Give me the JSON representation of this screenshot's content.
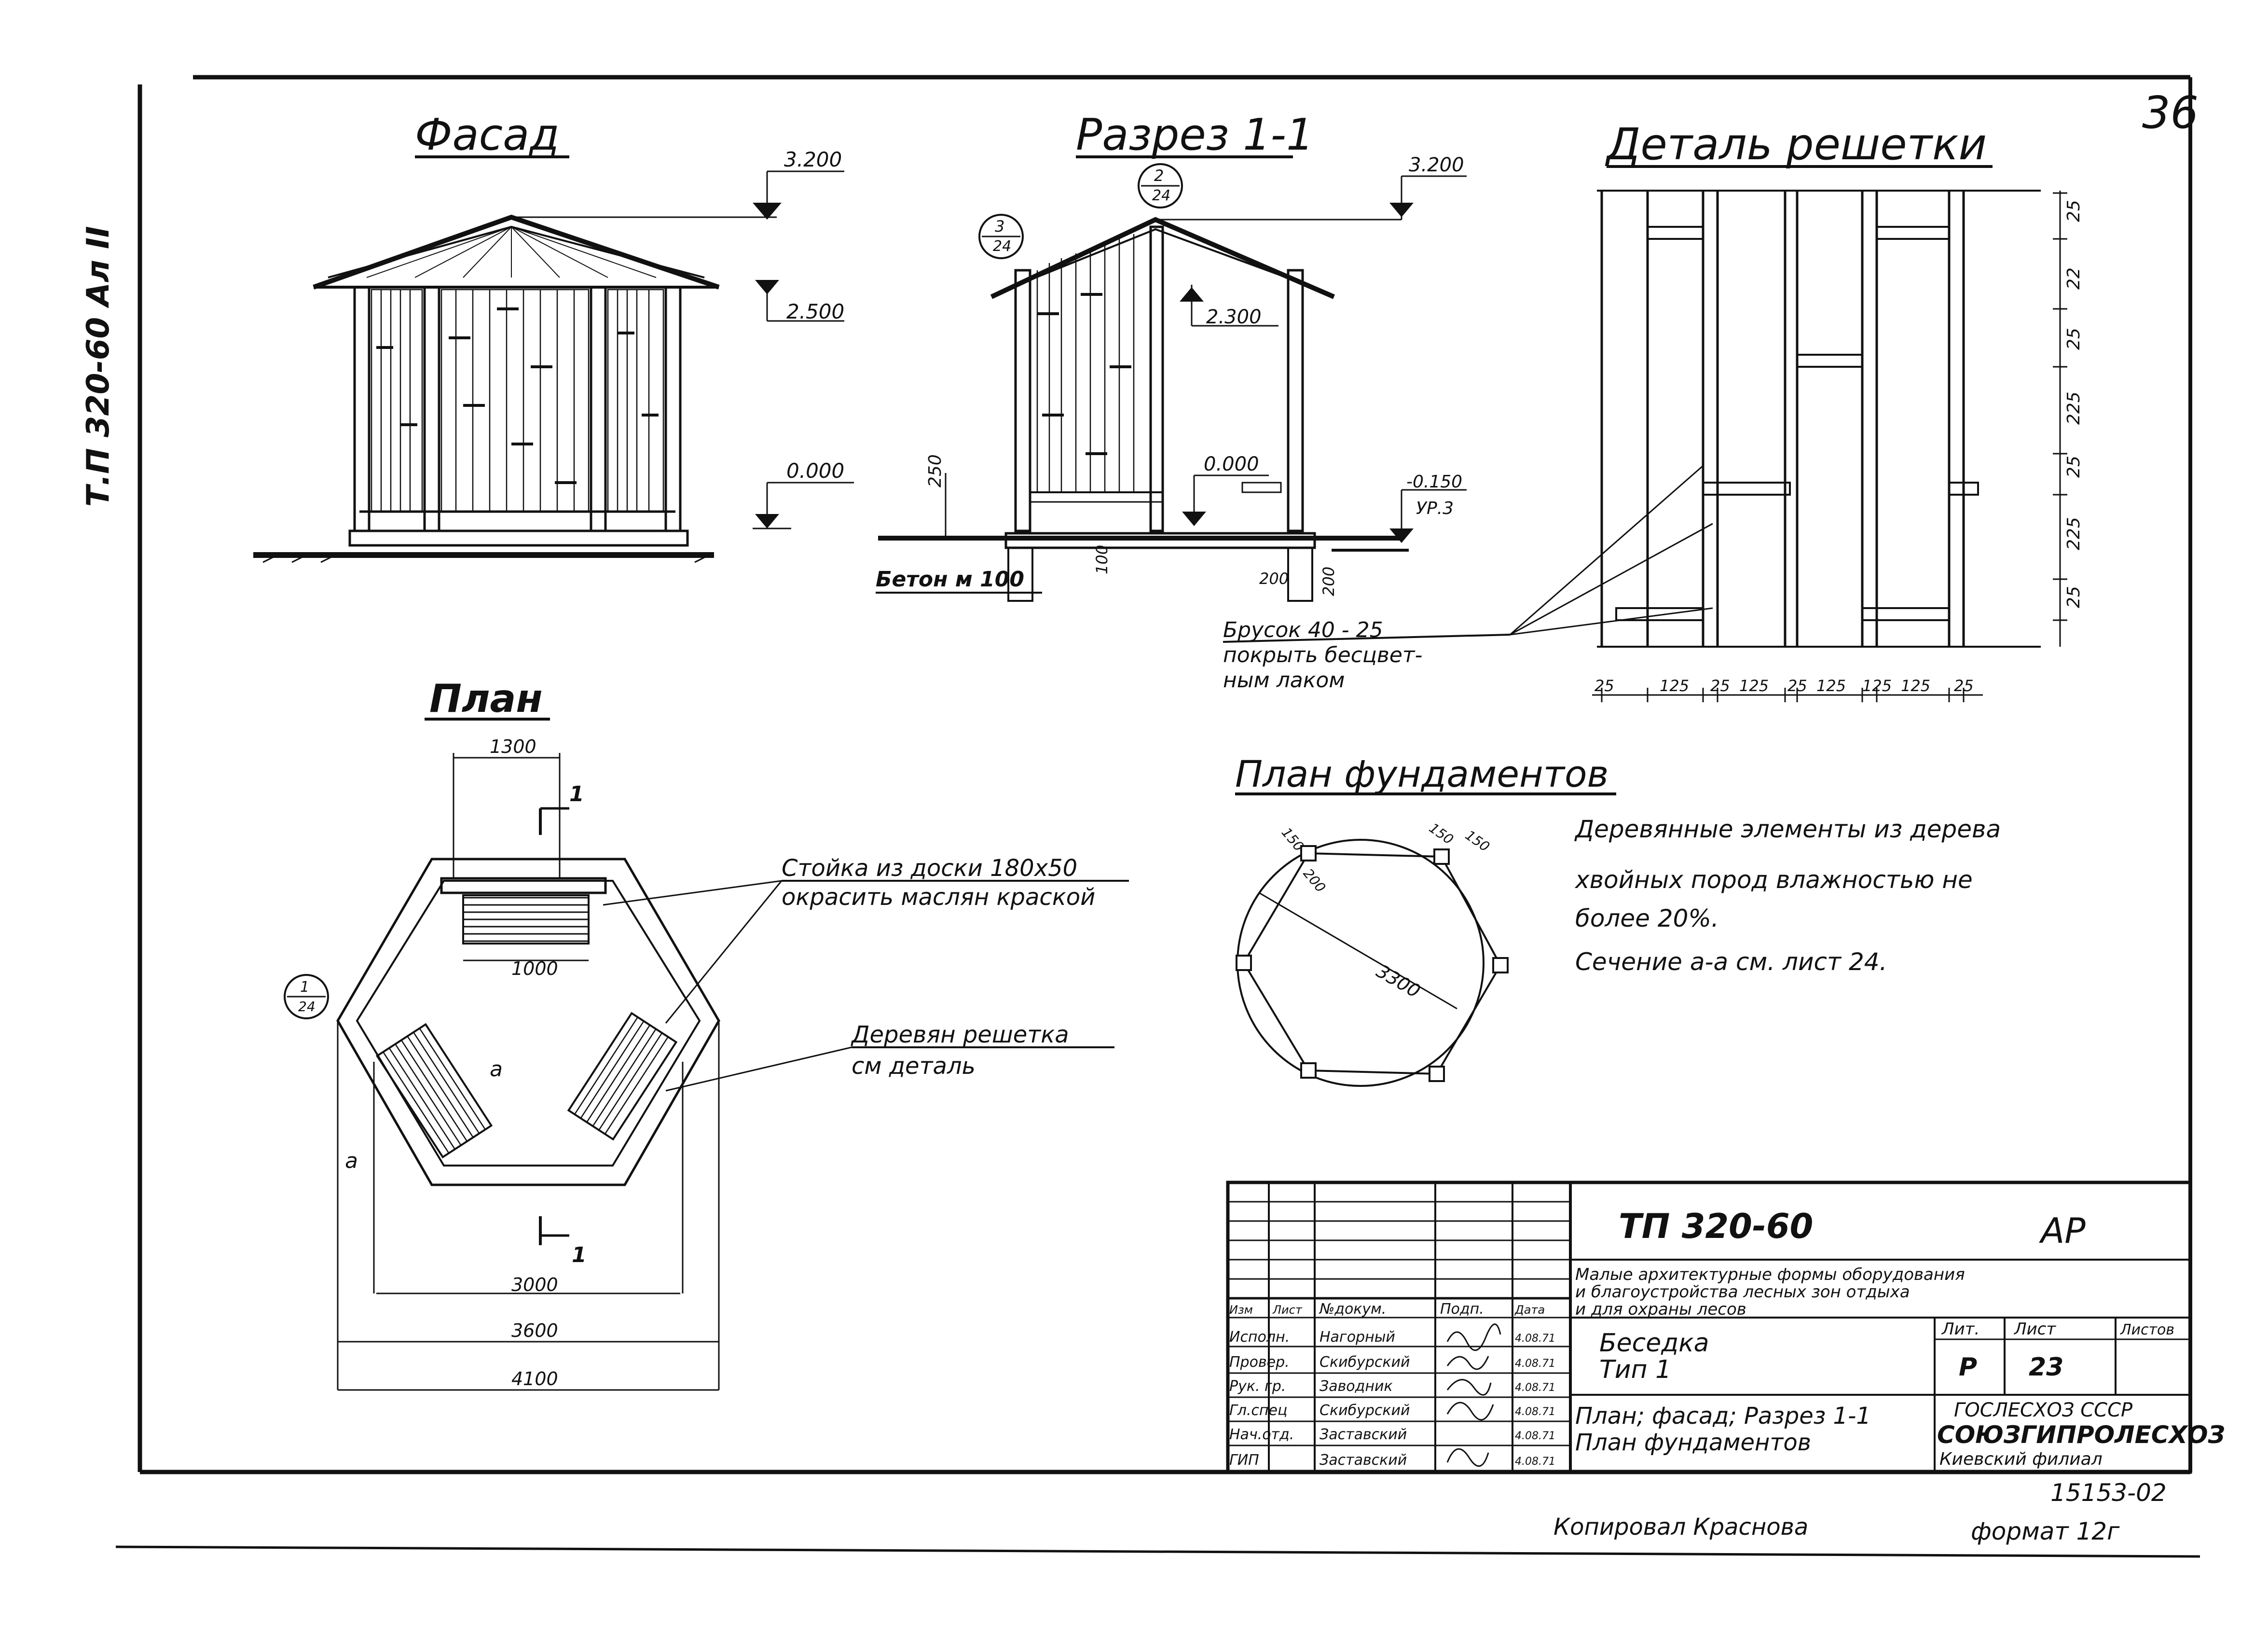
{
  "sheet_number": "36",
  "side_code": "Т.П 320-60 Ал II",
  "facade": {
    "title": "Фасад",
    "marks": [
      "3.200",
      "2.500",
      "0.000"
    ]
  },
  "section": {
    "title": "Разрез 1-1",
    "callout_top": [
      "2",
      "24"
    ],
    "callout_left": [
      "3",
      "24"
    ],
    "marks": [
      "3.200",
      "2.300",
      "0.000",
      "-0.150",
      "УР.3"
    ],
    "dims": [
      "250",
      "100",
      "200",
      "200"
    ],
    "concrete_label": "Бетон м 100",
    "bar_note": [
      "Брусок 40 - 25",
      "покрыть бесцвет-",
      "ным лаком"
    ]
  },
  "grid_detail": {
    "title": "Деталь решетки",
    "right_dims": [
      "25",
      "22",
      "25",
      "225",
      "25",
      "225",
      "25"
    ],
    "bottom_dims": [
      "25",
      "125",
      "25",
      "125",
      "25",
      "125",
      "125",
      "125",
      "25"
    ]
  },
  "plan": {
    "title": "План",
    "dims": [
      "1300",
      "1000",
      "3000",
      "3600",
      "4100"
    ],
    "section_mark": "1",
    "callout": [
      "1",
      "24"
    ],
    "section_a": "а",
    "note_post": [
      "Стойка из доски 180х50",
      "окрасить маслян краской"
    ],
    "note_grid": [
      "Деревян решетка",
      "см деталь"
    ]
  },
  "foundation": {
    "title": "План фундаментов",
    "dims": [
      "3300",
      "150",
      "150",
      "150",
      "200"
    ],
    "notes": [
      "Деревянные элементы из дерева",
      "хвойных пород влажностью не",
      "более 20%.",
      "Сечение а-а  см. лист 24."
    ]
  },
  "title_block": {
    "code": "ТП 320-60",
    "mark": "АР",
    "series": [
      "Малые архитектурные формы оборудования",
      "и благоустройства лесных зон отдыха",
      "и для охраны лесов"
    ],
    "object": [
      "Беседка",
      "Тип 1"
    ],
    "sheet_content": [
      "План; фасад; Разрез 1-1",
      "План фундаментов"
    ],
    "col_headers": [
      "Изм",
      "Лист",
      "№докум.",
      "Подп.",
      "Дата"
    ],
    "people": [
      {
        "role": "Исполн.",
        "name": "Нагорный",
        "date": "4.08.71"
      },
      {
        "role": "Провер.",
        "name": "Скибурский",
        "date": "4.08.71"
      },
      {
        "role": "Рук. гр.",
        "name": "Заводник",
        "date": "4.08.71"
      },
      {
        "role": "Гл.спец",
        "name": "Скибурский",
        "date": "4.08.71"
      },
      {
        "role": "Нач.отд.",
        "name": "Заставский",
        "date": "4.08.71"
      },
      {
        "role": "ГИП",
        "name": "Заставский",
        "date": "4.08.71"
      }
    ],
    "lit_label": "Лит.",
    "sheet_label": "Лист",
    "sheets_label": "Листов",
    "lit_value": "Р",
    "sheet_value": "23",
    "org": [
      "ГОСЛЕСХОЗ СССР",
      "СОЮЗГИПРОЛЕСХОЗ",
      "Киевский филиал"
    ],
    "doc_number": "15153-02"
  },
  "footer": {
    "copied": "Копировал  Краснова",
    "format": "формат 12г"
  }
}
